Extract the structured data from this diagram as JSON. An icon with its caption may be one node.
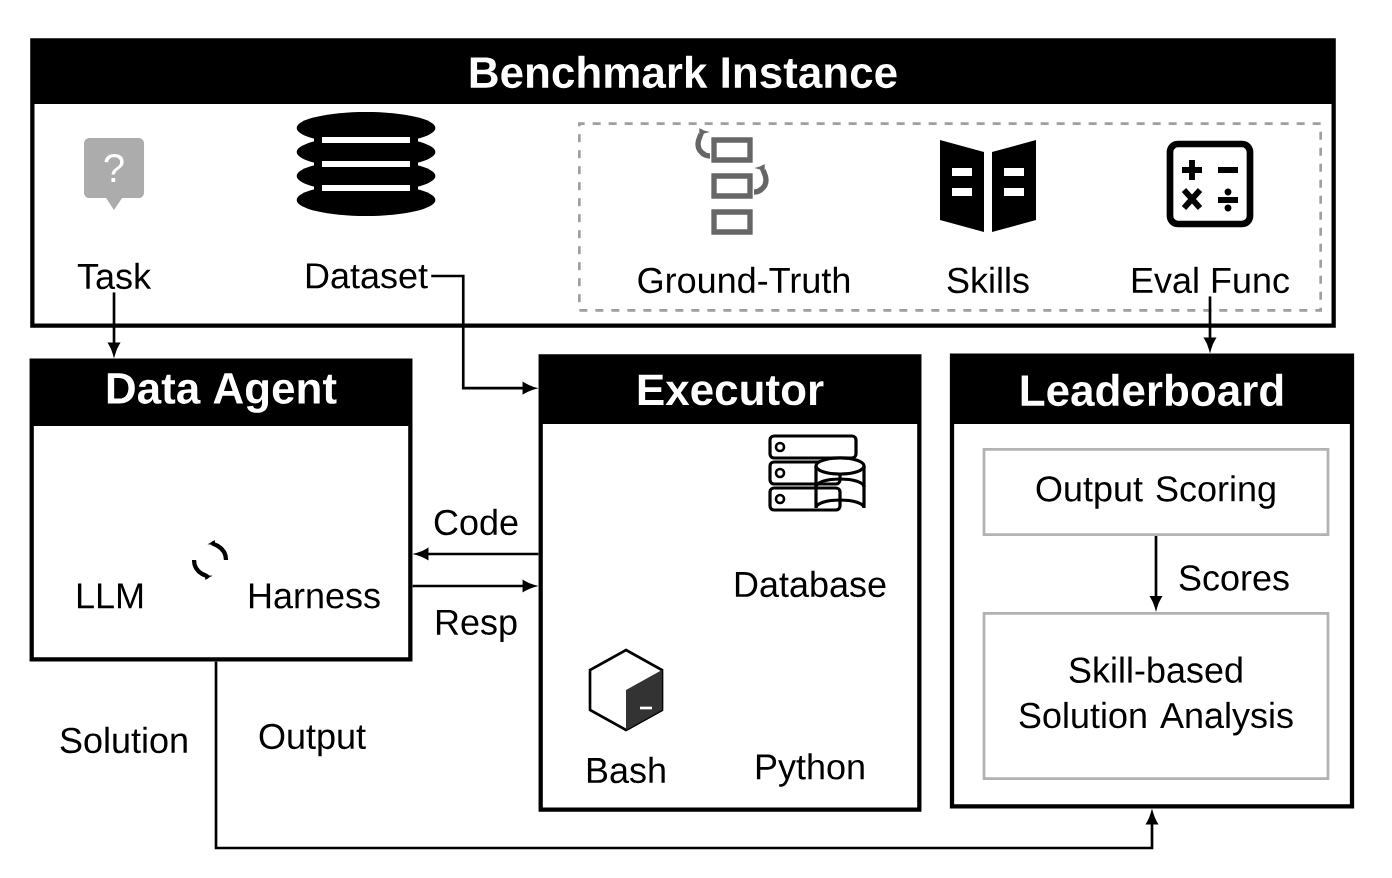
{
  "diagram": {
    "nodes": [
      {
        "text": [
          "Benchmark Instance"
        ]
      },
      {
        "text": [
          "Task"
        ],
        "in": 0
      },
      {
        "text": [
          "Dataset"
        ],
        "in": 0
      },
      {
        "text": [],
        "shape": "box",
        "in": 0
      },
      {
        "text": [
          "Ground-Truth"
        ],
        "in": 3
      },
      {
        "text": [
          "Skills"
        ],
        "in": 3
      },
      {
        "text": [
          "Eval Func"
        ],
        "in": 3
      },
      {
        "text": [
          "Data Agent"
        ]
      },
      {
        "text": [
          "LLM"
        ],
        "in": 7
      },
      {
        "text": [
          "Harness"
        ],
        "in": 7
      },
      {
        "text": [
          "Executor"
        ]
      },
      {
        "text": [
          "Database"
        ],
        "in": 10
      },
      {
        "text": [
          "Bash"
        ],
        "in": 10
      },
      {
        "text": [
          "Python"
        ],
        "in": 10
      },
      {
        "text": [
          "Leaderboard"
        ]
      },
      {
        "text": [
          "Output Scoring"
        ],
        "in": 14
      },
      {
        "text": [
          "Skill-based Solution Analysis"
        ],
        "in": 14
      }
    ],
    "edges": [
      {
        "from": 1,
        "to": 7,
        "arrow": "to"
      },
      {
        "from": 2,
        "to": 10,
        "arrow": "to"
      },
      {
        "from": 6,
        "to": 14,
        "arrow": "to"
      },
      {
        "from": 10,
        "to": 7,
        "arrow": "to",
        "label": "Code"
      },
      {
        "from": 7,
        "to": 10,
        "arrow": "to",
        "label": "Resp"
      },
      {
        "from": 7,
        "to": 14,
        "arrow": "to",
        "label": "Solution"
      },
      {
        "from": 15,
        "to": 16,
        "arrow": "to",
        "label": "Scores"
      }
    ],
    "labels": [
      "?",
      "Output"
    ]
  }
}
